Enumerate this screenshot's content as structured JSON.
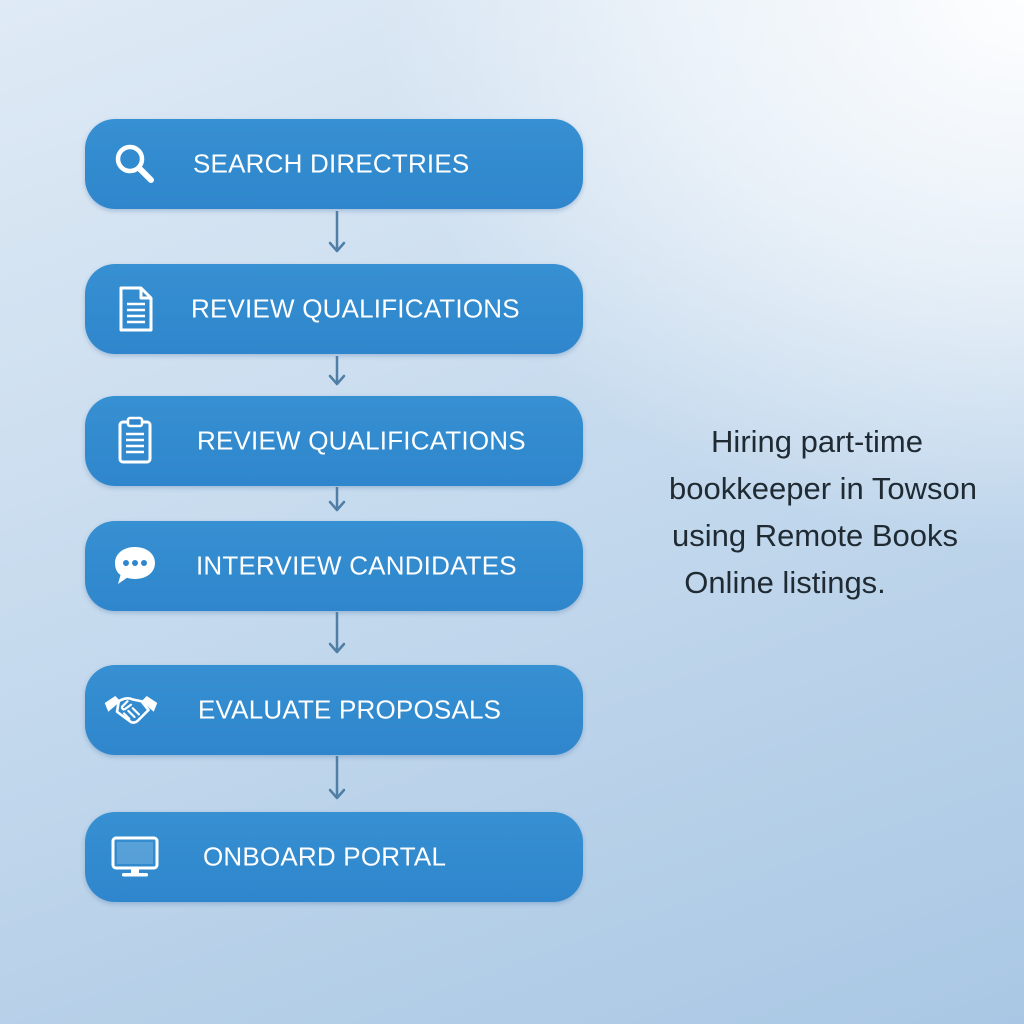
{
  "steps": [
    {
      "label": "SEARCH DIRECTRIES",
      "icon": "magnifier-icon"
    },
    {
      "label": "REVIEW QUALIFICATIONS",
      "icon": "document-icon"
    },
    {
      "label": "REVIEW QUALIFICATIONS",
      "icon": "clipboard-icon"
    },
    {
      "label": "INTERVIEW CANDIDATES",
      "icon": "speech-bubble-icon"
    },
    {
      "label": "EVALUATE PROPOSALS",
      "icon": "handshake-icon"
    },
    {
      "label": "ONBOARD PORTAL",
      "icon": "monitor-icon"
    }
  ],
  "caption": {
    "lines": [
      "Hiring part-time",
      "bookkeeper in Towson",
      "using Remote Books",
      "Online listings."
    ]
  },
  "colors": {
    "step_fill": "#2f86cc",
    "arrow": "#4f7ea6",
    "label_text": "#ffffff",
    "caption_text": "#1f2a33"
  }
}
